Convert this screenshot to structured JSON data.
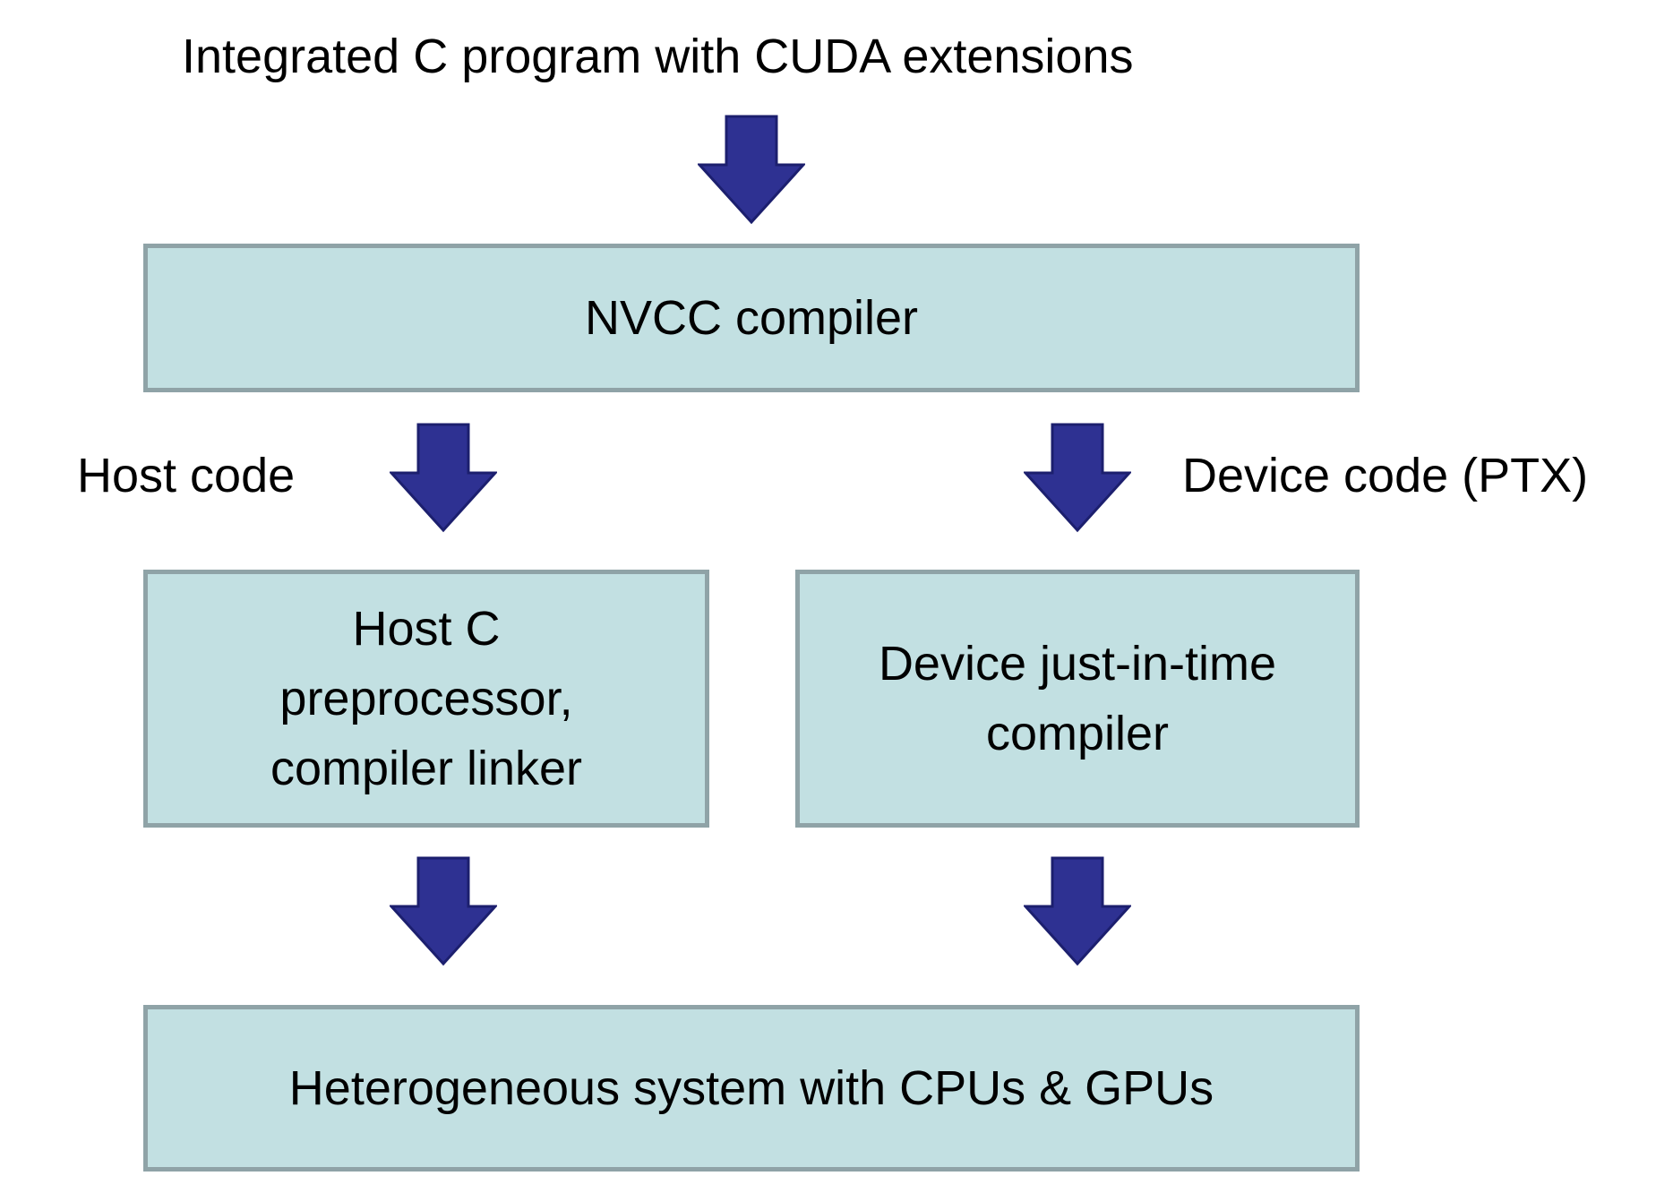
{
  "diagram": {
    "input_label": "Integrated C program with CUDA extensions",
    "host_code_label": "Host code",
    "device_code_label": "Device code (PTX)",
    "nodes": {
      "nvcc": {
        "label": "NVCC compiler"
      },
      "host": {
        "lines": [
          "Host C",
          "preprocessor,",
          "compiler linker"
        ]
      },
      "device": {
        "lines": [
          "Device just-in-time",
          "compiler"
        ]
      },
      "hetero": {
        "label": "Heterogeneous system with CPUs & GPUs"
      }
    }
  },
  "colors": {
    "box_fill": "#c2e0e2",
    "box_border": "#8fa3a7",
    "arrow_fill": "#2e3192",
    "arrow_stroke": "#1c1f6e"
  }
}
